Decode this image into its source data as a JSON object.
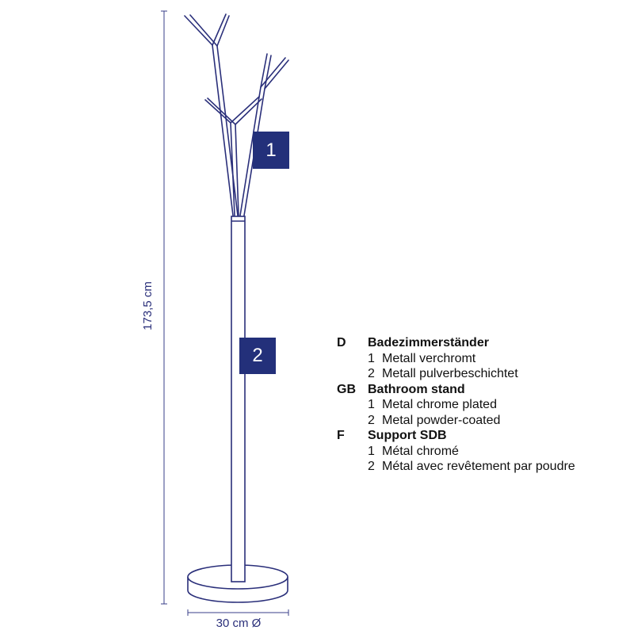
{
  "dimensions": {
    "height_label": "173,5 cm",
    "diameter_label": "30 cm Ø"
  },
  "markers": [
    {
      "label": "1"
    },
    {
      "label": "2"
    }
  ],
  "colors": {
    "line": "#2a2f7a",
    "marker_fill": "#23307a",
    "dimension_line": "#3a3f8a"
  },
  "legend": [
    {
      "code": "D",
      "title": "Badezimmerständer",
      "items": [
        {
          "num": "1",
          "text": "Metall verchromt"
        },
        {
          "num": "2",
          "text": "Metall pulverbeschichtet"
        }
      ]
    },
    {
      "code": "GB",
      "title": "Bathroom stand",
      "items": [
        {
          "num": "1",
          "text": "Metal chrome plated"
        },
        {
          "num": "2",
          "text": "Metal powder-coated"
        }
      ]
    },
    {
      "code": "F",
      "title": "Support SDB",
      "items": [
        {
          "num": "1",
          "text": "Métal chromé"
        },
        {
          "num": "2",
          "text": "Métal avec revêtement par poudre"
        }
      ]
    }
  ]
}
